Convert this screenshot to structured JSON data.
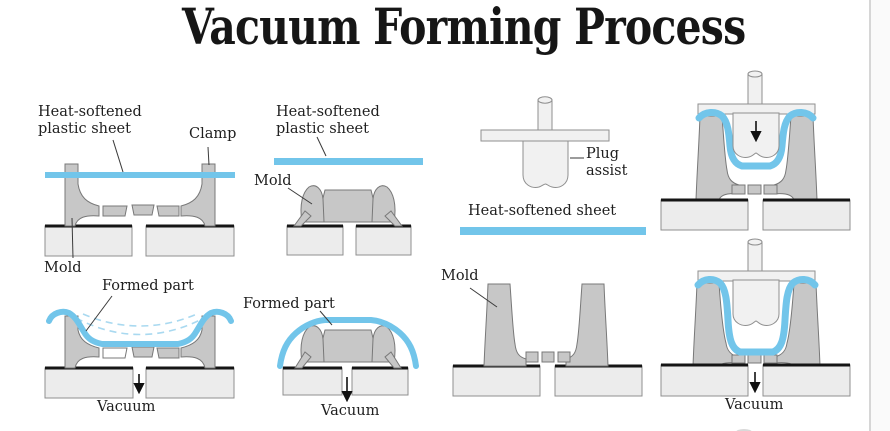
{
  "title": "Vacuum Forming Process",
  "colors": {
    "sheet-blue": "#72c5ea",
    "dash-blue": "#a9d9f0",
    "mold-gray": "#c7c7c7",
    "base-gray": "#ececec",
    "plug-gray": "#f1f1f1",
    "outline": "#787878",
    "ink": "#1f1f1f"
  },
  "labels": {
    "stage1_sheet": "Heat-softened plastic sheet",
    "stage1_clamp": "Clamp",
    "stage1_mold": "Mold",
    "stage2_formed": "Formed part",
    "stage2_vacuum": "Vacuum",
    "stage3_sheet": "Heat-softened plastic sheet",
    "stage3_mold": "Mold",
    "stage4_formed": "Formed part",
    "stage4_vacuum": "Vacuum",
    "stage5_plug": "Plug assist",
    "stage5_sheet": "Heat-softened sheet",
    "stage6_mold": "Mold",
    "stage8_vacuum": "Vacuum"
  }
}
